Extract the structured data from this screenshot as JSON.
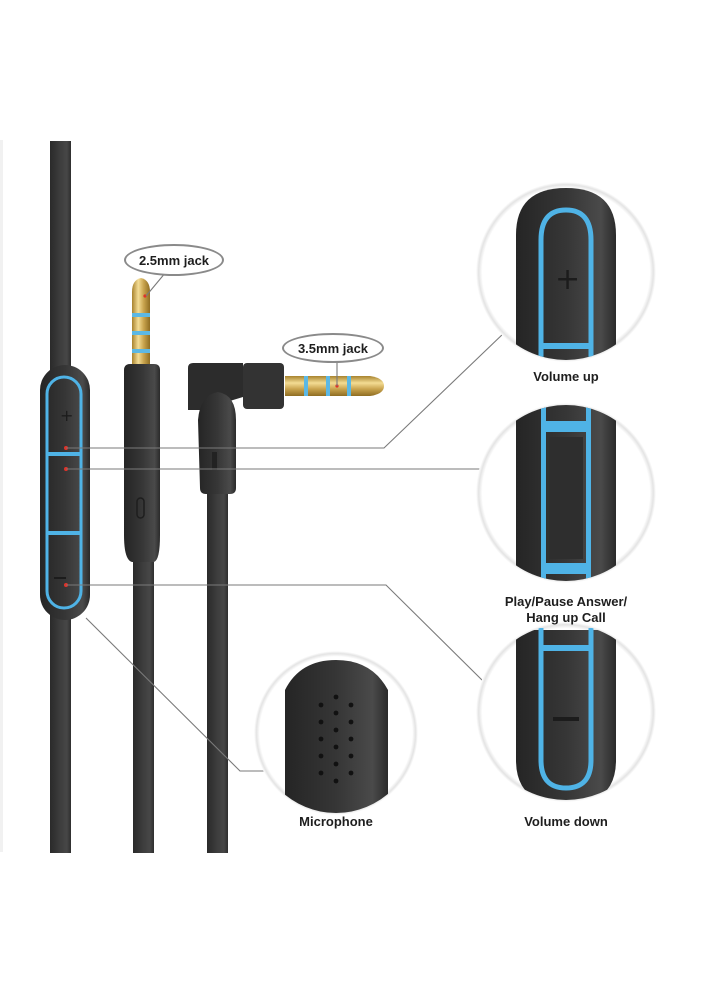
{
  "diagram": {
    "subject": "Headphone cable with inline remote and microphone",
    "colors": {
      "cable": "#353535",
      "cable_highlight": "#4a4a4a",
      "accent_blue": "#4fb3e6",
      "gold": "#c9a44e",
      "leader_line": "#7a7a7a",
      "marker_red": "#e0322a",
      "text": "#1e1e1e"
    },
    "connectors": [
      {
        "id": "jack-2-5",
        "label": "2.5mm jack",
        "orientation": "straight"
      },
      {
        "id": "jack-3-5",
        "label": "3.5mm jack",
        "orientation": "right-angle"
      }
    ],
    "remote_buttons": [
      {
        "id": "volume-up",
        "symbol": "+",
        "label": "Volume up"
      },
      {
        "id": "play-pause",
        "symbol": "",
        "label_line1": "Play/Pause Answer/",
        "label_line2": "Hang up Call"
      },
      {
        "id": "volume-down",
        "symbol": "−",
        "label": "Volume down"
      }
    ],
    "microphone": {
      "label": "Microphone"
    }
  }
}
